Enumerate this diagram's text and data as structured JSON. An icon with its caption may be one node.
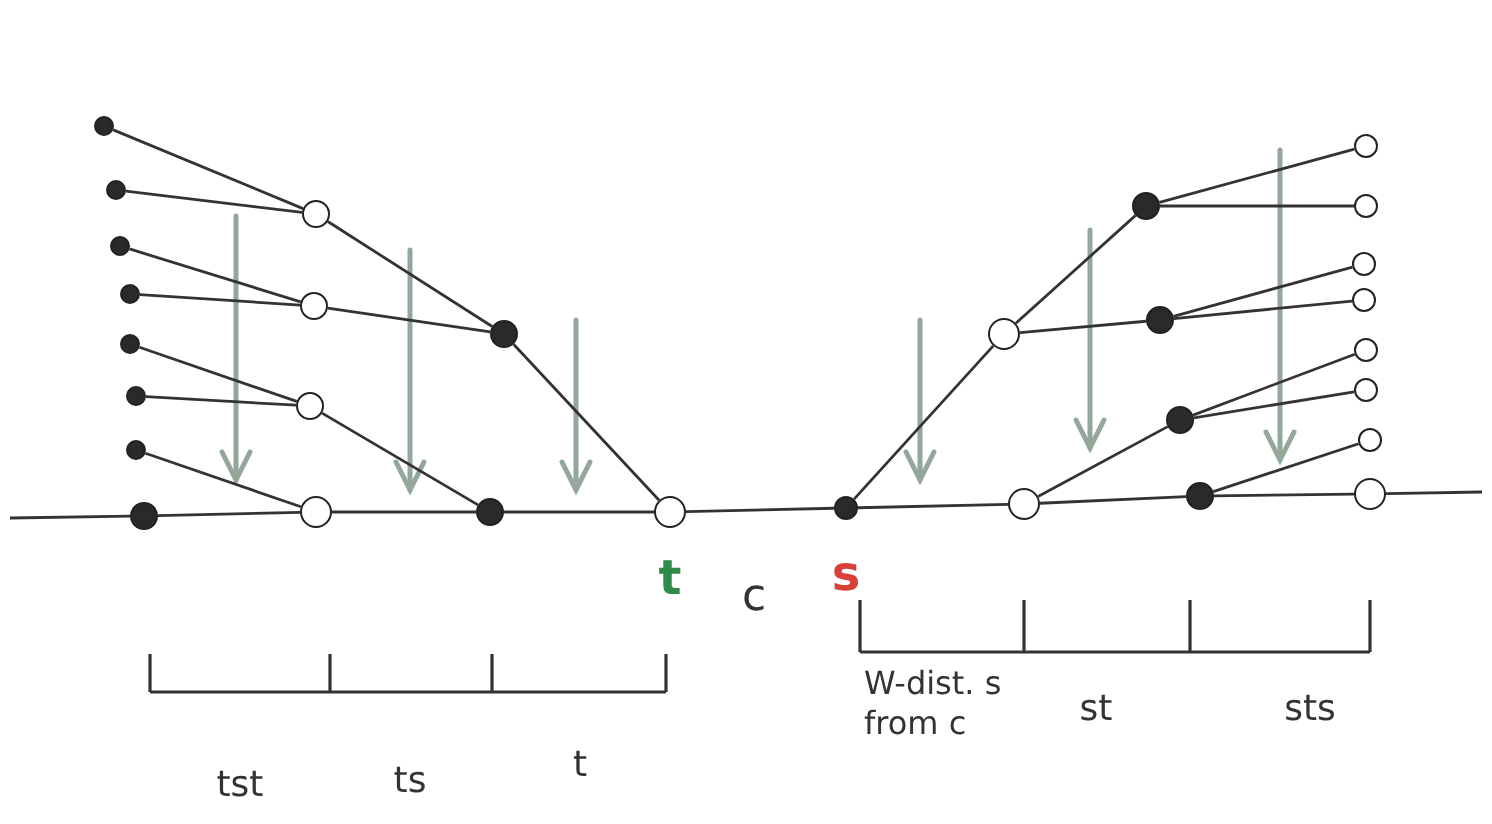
{
  "diagram": {
    "nodes": [
      {
        "text": [],
        "shape": "circle"
      },
      {
        "text": [],
        "shape": "circle"
      },
      {
        "text": [],
        "shape": "circle"
      },
      {
        "text": [],
        "shape": "circle"
      },
      {
        "text": [],
        "shape": "circle"
      },
      {
        "text": [],
        "shape": "circle"
      },
      {
        "text": [],
        "shape": "circle"
      },
      {
        "text": [],
        "shape": "circle"
      },
      {
        "text": [],
        "shape": "circle"
      },
      {
        "text": [],
        "shape": "circle"
      },
      {
        "text": [],
        "shape": "circle"
      },
      {
        "text": [],
        "shape": "circle"
      },
      {
        "text": [],
        "shape": "circle"
      },
      {
        "text": [],
        "shape": "circle"
      },
      {
        "text": [],
        "shape": "circle",
        "beside": [
          "t"
        ]
      },
      {
        "text": [],
        "shape": "circle",
        "beside": [
          "s"
        ]
      },
      {
        "text": [],
        "shape": "circle"
      },
      {
        "text": [],
        "shape": "circle"
      },
      {
        "text": [],
        "shape": "circle"
      },
      {
        "text": [],
        "shape": "circle"
      },
      {
        "text": [],
        "shape": "circle"
      },
      {
        "text": [],
        "shape": "circle"
      },
      {
        "text": [],
        "shape": "circle"
      },
      {
        "text": [],
        "shape": "circle"
      },
      {
        "text": [],
        "shape": "circle"
      },
      {
        "text": [],
        "shape": "circle"
      },
      {
        "text": [],
        "shape": "circle"
      },
      {
        "text": [],
        "shape": "circle"
      },
      {
        "text": [],
        "shape": "circle"
      },
      {
        "text": [],
        "shape": "circle"
      }
    ],
    "edges": [
      {
        "from": 0,
        "to": 7,
        "arrow": "none"
      },
      {
        "from": 1,
        "to": 7,
        "arrow": "none"
      },
      {
        "from": 7,
        "to": 10,
        "arrow": "none"
      },
      {
        "from": 2,
        "to": 8,
        "arrow": "none"
      },
      {
        "from": 3,
        "to": 8,
        "arrow": "none"
      },
      {
        "from": 8,
        "to": 10,
        "arrow": "none"
      },
      {
        "from": 10,
        "to": 14,
        "arrow": "none"
      },
      {
        "from": 4,
        "to": 9,
        "arrow": "none"
      },
      {
        "from": 5,
        "to": 9,
        "arrow": "none"
      },
      {
        "from": 9,
        "to": 13,
        "arrow": "none"
      },
      {
        "from": 6,
        "to": 12,
        "arrow": "none"
      },
      {
        "from": 15,
        "to": 19,
        "arrow": "none"
      },
      {
        "from": 19,
        "to": 20,
        "arrow": "none"
      },
      {
        "from": 20,
        "to": 23,
        "arrow": "none"
      },
      {
        "from": 20,
        "to": 24,
        "arrow": "none"
      },
      {
        "from": 19,
        "to": 21,
        "arrow": "none"
      },
      {
        "from": 21,
        "to": 25,
        "arrow": "none"
      },
      {
        "from": 21,
        "to": 26,
        "arrow": "none"
      },
      {
        "from": 16,
        "to": 22,
        "arrow": "none"
      },
      {
        "from": 22,
        "to": 27,
        "arrow": "none"
      },
      {
        "from": 22,
        "to": 28,
        "arrow": "none"
      },
      {
        "from": 17,
        "to": 29,
        "arrow": "none"
      },
      {
        "from": null,
        "to": 11,
        "arrow": "none"
      },
      {
        "from": 11,
        "to": 12,
        "arrow": "none"
      },
      {
        "from": 12,
        "to": 13,
        "arrow": "none"
      },
      {
        "from": 13,
        "to": 14,
        "arrow": "none"
      },
      {
        "from": 14,
        "to": 15,
        "arrow": "none"
      },
      {
        "from": 15,
        "to": 16,
        "arrow": "none"
      },
      {
        "from": 16,
        "to": 17,
        "arrow": "none"
      },
      {
        "from": 17,
        "to": 18,
        "arrow": "none"
      },
      {
        "from": 18,
        "to": null,
        "arrow": "none"
      }
    ],
    "labels": [
      "c",
      "tst",
      "ts",
      "t",
      "W-dist. s from c",
      "st",
      "sts"
    ]
  }
}
